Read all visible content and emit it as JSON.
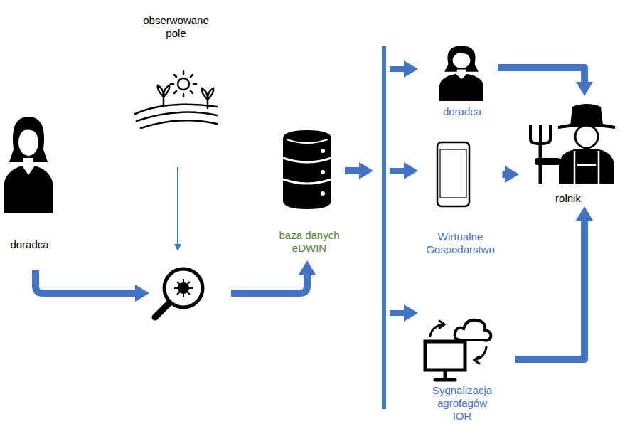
{
  "diagram": {
    "nodes": [
      {
        "text": [
          "doradca"
        ]
      },
      {
        "text": [
          "obserwowane pole"
        ]
      },
      {
        "text": [
          "baza danych eDWIN"
        ]
      },
      {
        "text": [
          "doradca"
        ]
      },
      {
        "text": [
          "Wirtualne Gospodarstwo"
        ]
      },
      {
        "text": [
          "Sygnalizacja agrofagów IOR"
        ]
      },
      {
        "text": [
          "rolnik"
        ]
      }
    ],
    "edges": [
      {
        "from": 3,
        "to": 6,
        "arrow": "to"
      },
      {
        "from": 4,
        "to": 6,
        "arrow": "to"
      },
      {
        "from": 5,
        "to": 6,
        "arrow": "to"
      }
    ]
  }
}
